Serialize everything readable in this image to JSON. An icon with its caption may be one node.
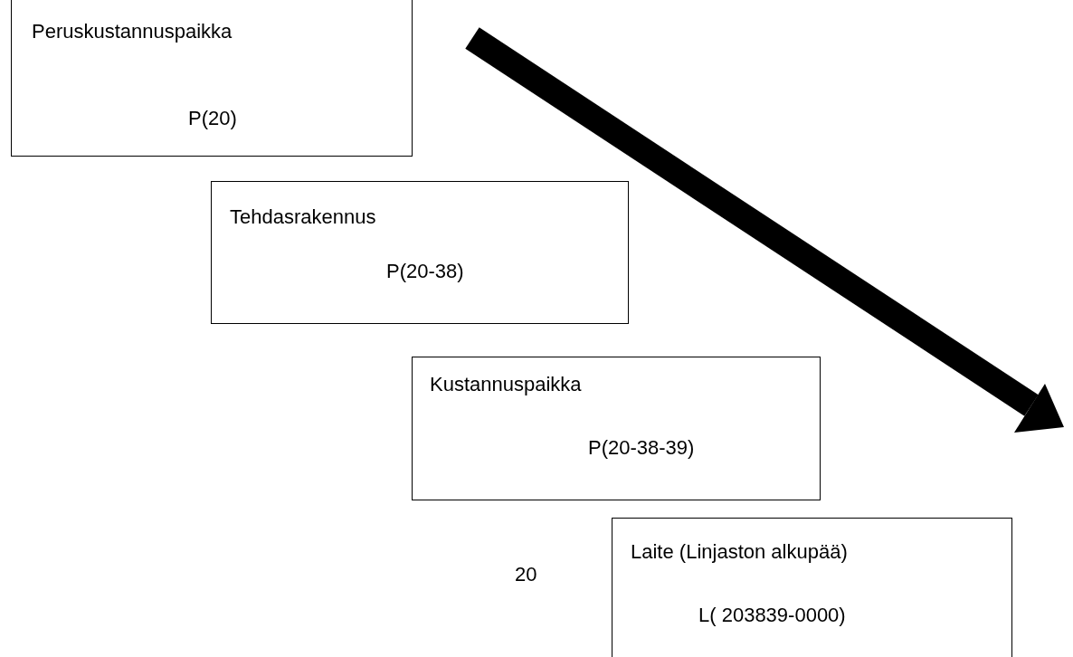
{
  "diagram": {
    "nodes": [
      {
        "text": [
          "Peruskustannuspaikka",
          "P(20)"
        ]
      },
      {
        "text": [
          "Tehdasrakennus",
          "P(20-38)"
        ]
      },
      {
        "text": [
          "Kustannuspaikka",
          "P(20-38-39)"
        ]
      },
      {
        "text": [
          "Laite (Linjaston alkupää)",
          "L( 203839-0000)"
        ]
      }
    ],
    "labels": [
      "20"
    ]
  }
}
